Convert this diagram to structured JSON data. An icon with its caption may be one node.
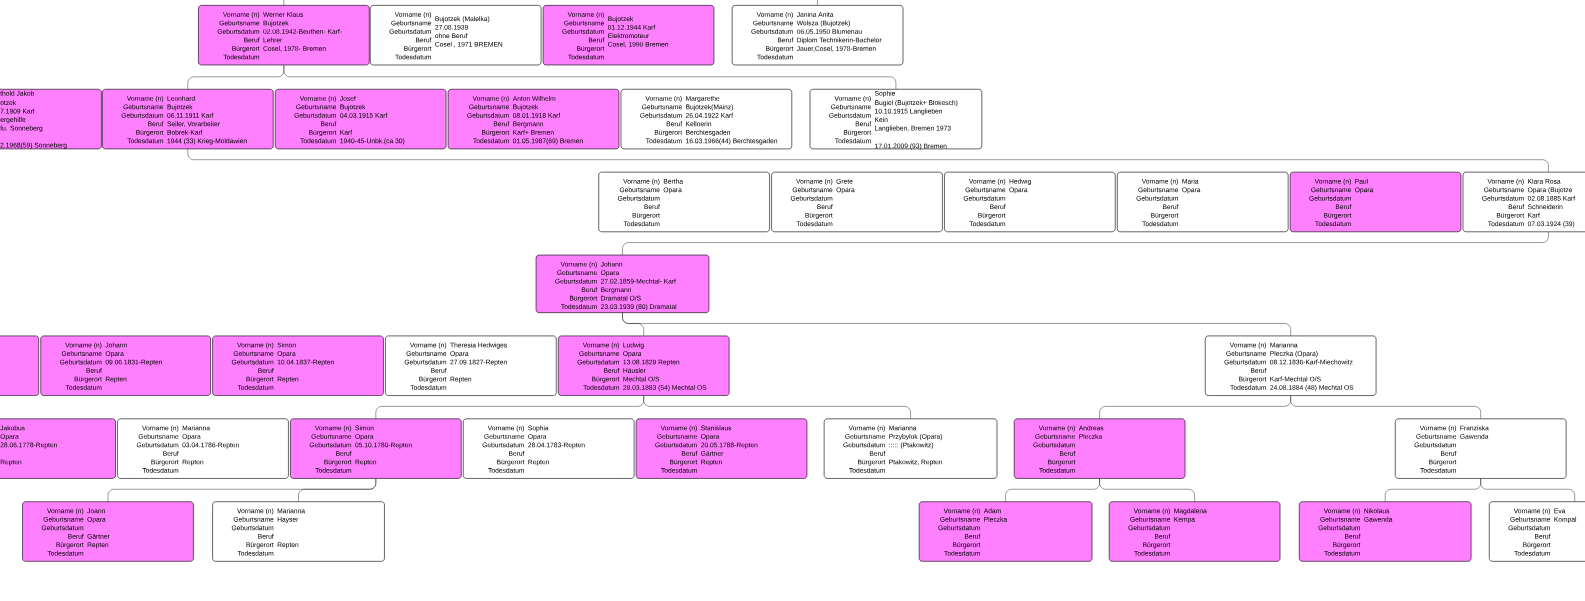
{
  "diagram": {
    "nodes": [
      {
        "text": [
          "Vorname (n)",
          "Geburtsname",
          "Geburtsdatum",
          "Beruf",
          "Bürgerort",
          "Todesdatum",
          "Werner Klaus",
          "Bujotzek",
          "02.08.1942-Beuthen- Karf-",
          "Lehrer",
          "Cosel, 1978- Bremen"
        ]
      },
      {
        "text": [
          "Vorname (n)",
          "Geburtsname",
          "Geburtsdatum",
          "Beruf",
          "Bürgerort",
          "Todesdatum",
          "Bujotzek (Malelka)",
          "27.08.1939",
          "ohne Beruf",
          "Cosel , 1971 BREMEN"
        ]
      },
      {
        "text": [
          "Vorname (n)",
          "Geburtsname",
          "Geburtsdatum",
          "Beruf",
          "Bürgerort",
          "Todesdatum",
          "Bujotzek",
          "01.12.1944 Karf",
          "Elektromoteur",
          "Cosel, 1990 Bremen"
        ]
      },
      {
        "text": [
          "Vorname (n)",
          "Geburtsname",
          "Geburtsdatum",
          "Beruf",
          "Bürgerort",
          "Todesdatum",
          "Janina Anita",
          "Wolsza (Bujotzek)",
          "06.05.1950 Blumenau",
          "Diplom Technikerin-Bachelor",
          "Jauer,Cosel, 1978-Bremen"
        ]
      },
      {
        "text": [
          "thold Jakob",
          "otzek",
          "7.1909 Karf",
          "ergehilfe",
          "fu. Sonneberg",
          "2.1968(59) Sonneberg"
        ]
      },
      {
        "text": [
          "Vorname (n)",
          "Geburtsname",
          "Geburtsdatum",
          "Beruf",
          "Bürgerort",
          "Todesdatum",
          "Leonhard",
          "Bujotzek",
          "06.11.1911 Karf",
          "Seiler, Vorarbeiter",
          "Bobrek-Karf",
          "1944 (33) Krieg-Moldawien"
        ]
      },
      {
        "text": [
          "Vorname (n)",
          "Geburtsname",
          "Geburtsdatum",
          "Beruf",
          "Bürgerort",
          "Todesdatum",
          "Josef",
          "Bujotzek",
          "04.03.1915 Karf",
          "Karf",
          "1940-45-Unbk.(ca 30)"
        ]
      },
      {
        "text": [
          "Vorname (n)",
          "Geburtsname",
          "Geburtsdatum",
          "Beruf",
          "Bürgerort",
          "Todesdatum",
          "Anton Wilhelm",
          "Bujotzek",
          "08.01.1918 Karf",
          "Bergmann",
          "Karf+ Bremen",
          "01.05.1987(69) Bremen"
        ]
      },
      {
        "text": [
          "Vorname (n)",
          "Geburtsname",
          "Geburtsdatum",
          "Beruf",
          "Bürgerort",
          "Todesdatum",
          "Margarethe",
          "Bujotzek(Mainz)",
          "26.04.1922 Karf",
          "Kellnerin",
          "Berchtesgaden",
          "16.03.1966(44) Berchtesgaden"
        ]
      },
      {
        "text": [
          "Vorname (n)",
          "Geburtsname",
          "Geburtsdatum",
          "Beruf",
          "Bürgerort",
          "Todesdatum",
          "Sophie",
          "Bugiel (Bujotzek+ Blokesch)",
          "10.10.1915 Langlieben",
          "Kein",
          "Langlieben, Bremen 1973",
          "17.01.2009 (93) Bremen"
        ]
      },
      {
        "text": [
          "Vorname (n)",
          "Geburtsname",
          "Geburtsdatum",
          "Beruf",
          "Bürgerort",
          "Todesdatum",
          "Bertha",
          "Opara"
        ]
      },
      {
        "text": [
          "Vorname (n)",
          "Geburtsname",
          "Geburtsdatum",
          "Beruf",
          "Bürgerort",
          "Todesdatum",
          "Grete",
          "Opara"
        ]
      },
      {
        "text": [
          "Vorname (n)",
          "Geburtsname",
          "Geburtsdatum",
          "Beruf",
          "Bürgerort",
          "Todesdatum",
          "Hedwig",
          "Opara"
        ]
      },
      {
        "text": [
          "Vorname (n)",
          "Geburtsname",
          "Geburtsdatum",
          "Beruf",
          "Bürgerort",
          "Todesdatum",
          "Maria",
          "Opara"
        ]
      },
      {
        "text": [
          "Vorname (n)",
          "Geburtsname",
          "Geburtsdatum",
          "Beruf",
          "Bürgerort",
          "Todesdatum",
          "Paul",
          "Opara"
        ]
      },
      {
        "text": [
          "Vorname (n)",
          "Geburtsname",
          "Geburtsdatum",
          "Beruf",
          "Bürgerort",
          "Todesdatum",
          "Klara Rosa",
          "Opara (Bujotze",
          "02.08.1885 Karf",
          "Schneiderin",
          "Karf",
          "07.03.1924 (39)"
        ]
      },
      {
        "text": [
          "Vorname (n)",
          "Geburtsname",
          "Geburtsdatum",
          "Beruf",
          "Bürgerort",
          "Todesdatum",
          "Johann",
          "Opara",
          "27.02.1859-Mechtal- Karf",
          "Bergmann",
          "Dramatal O/S",
          "23.03.1939 (80) Dramatal"
        ]
      },
      {
        "text": [],
        "shape": "box"
      },
      {
        "text": [
          "Vorname (n)",
          "Geburtsname",
          "Geburtsdatum",
          "Beruf",
          "Bürgerort",
          "Todesdatum",
          "Johann",
          "Opara",
          "09.06.1831-Repten",
          "Repten"
        ]
      },
      {
        "text": [
          "Vorname (n)",
          "Geburtsname",
          "Geburtsdatum",
          "Beruf",
          "Bürgerort",
          "Todesdatum",
          "Simon",
          "Opara",
          "10.04.1837-Repten",
          "Repten"
        ]
      },
      {
        "text": [
          "Vorname (n)",
          "Geburtsname",
          "Geburtsdatum",
          "Beruf",
          "Bürgerort",
          "Todesdatum",
          "Theresia Hedwiges",
          "Opara",
          "27.09.1827-Repten",
          "Repten"
        ]
      },
      {
        "text": [
          "Vorname (n)",
          "Geburtsname",
          "Geburtsdatum",
          "Beruf",
          "Bürgerort",
          "Todesdatum",
          "Ludwig",
          "Opara",
          "13.08.1829 Repten",
          "Häusler",
          "Mechtal O/S",
          "28.03.1883 (54) Mechtal OS"
        ]
      },
      {
        "text": [
          "Vorname (n)",
          "Geburtsname",
          "Geburtsdatum",
          "Beruf",
          "Bürgerort",
          "Todesdatum",
          "Marianna",
          "Pleczka (Opara)",
          "08.12.1836-Karf-Miechowitz",
          "Karf-Mechtal O/S",
          "24.08.1884 (48) Mechtal OS"
        ]
      },
      {
        "text": [
          "Jakobus",
          "Opara",
          "28.06.1778-Repten",
          "Repten"
        ]
      },
      {
        "text": [
          "Vorname (n)",
          "Geburtsname",
          "Geburtsdatum",
          "Beruf",
          "Bürgerort",
          "Todesdatum",
          "Marianna",
          "Opara",
          "03.04.1786-Repten",
          "Repten"
        ]
      },
      {
        "text": [
          "Vorname (n)",
          "Geburtsname",
          "Geburtsdatum",
          "Beruf",
          "Bürgerort",
          "Todesdatum",
          "Simon",
          "Opara",
          "05.10.1780-Repten",
          "Repten"
        ]
      },
      {
        "text": [
          "Vorname (n)",
          "Geburtsname",
          "Geburtsdatum",
          "Beruf",
          "Bürgerort",
          "Todesdatum",
          "Sophia",
          "Opara",
          "28.04.1783-Repten",
          "Repten"
        ]
      },
      {
        "text": [
          "Vorname (n)",
          "Geburtsname",
          "Geburtsdatum",
          "Beruf",
          "Bürgerort",
          "Todesdatum",
          "Stanislaus",
          "Opara",
          "20.05.1788-Repten",
          "Gärtner",
          "Repten"
        ]
      },
      {
        "text": [
          "Vorname (n)",
          "Geburtsname",
          "Geburtsdatum",
          "Beruf",
          "Bürgerort",
          "Todesdatum",
          "Marianna",
          "Przybylok (Opara)",
          "::::: (Ptakowitz)",
          "Ptakowitz, Repten"
        ]
      },
      {
        "text": [
          "Vorname (n)",
          "Geburtsname",
          "Geburtsdatum",
          "Beruf",
          "Bürgerort",
          "Todesdatum",
          "Andreas",
          "Pleczka"
        ]
      },
      {
        "text": [
          "Vorname (n)",
          "Geburtsname",
          "Geburtsdatum",
          "Beruf",
          "Bürgerort",
          "Todesdatum",
          "Franziska",
          "Gawenda"
        ]
      },
      {
        "text": [
          "Vorname (n)",
          "Geburtsname",
          "Geburtsdatum",
          "Beruf",
          "Bürgerort",
          "Todesdatum",
          "Joann",
          "Opara",
          "Gärtner",
          "Repten"
        ]
      },
      {
        "text": [
          "Vorname (n)",
          "Geburtsname",
          "Geburtsdatum",
          "Beruf",
          "Bürgerort",
          "Todesdatum",
          "Marianna",
          "Hayser",
          "Repten"
        ]
      },
      {
        "text": [
          "Vorname (n)",
          "Geburtsname",
          "Geburtsdatum",
          "Beruf",
          "Bürgerort",
          "Todesdatum",
          "Adam",
          "Pleczka"
        ]
      },
      {
        "text": [
          "Vorname (n)",
          "Geburtsname",
          "Geburtsdatum",
          "Beruf",
          "Bürgerort",
          "Todesdatum",
          "Magdalena",
          "Kempa"
        ]
      },
      {
        "text": [
          "Vorname (n)",
          "Geburtsname",
          "Geburtsdatum",
          "Beruf",
          "Bürgerort",
          "Todesdatum",
          "Nikolaus",
          "Gawenda"
        ]
      },
      {
        "text": [
          "Vorname (n)",
          "Geburtsname",
          "Geburtsdatum",
          "Beruf",
          "Bürgerort",
          "Todesdatum",
          "Eva",
          "Kompal"
        ]
      }
    ],
    "edges": [
      {
        "from": null,
        "to": 0,
        "arrow": "none"
      },
      {
        "from": null,
        "to": 3,
        "arrow": "none"
      },
      {
        "from": 0,
        "to": 5,
        "arrow": "none"
      },
      {
        "from": 0,
        "to": 9,
        "arrow": "none"
      },
      {
        "from": 5,
        "to": 15,
        "arrow": "none"
      },
      {
        "from": 15,
        "to": 16,
        "arrow": "none"
      },
      {
        "from": 16,
        "to": 21,
        "arrow": "none"
      },
      {
        "from": 16,
        "to": 22,
        "arrow": "none"
      },
      {
        "from": 21,
        "to": 25,
        "arrow": "none"
      },
      {
        "from": 21,
        "to": 28,
        "arrow": "none"
      },
      {
        "from": 22,
        "to": 29,
        "arrow": "none"
      },
      {
        "from": 22,
        "to": 30,
        "arrow": "none"
      },
      {
        "from": 25,
        "to": 31,
        "arrow": "none"
      },
      {
        "from": 25,
        "to": 32,
        "arrow": "none"
      },
      {
        "from": 29,
        "to": 33,
        "arrow": "none"
      },
      {
        "from": 29,
        "to": 34,
        "arrow": "none"
      },
      {
        "from": 30,
        "to": 35,
        "arrow": "none"
      },
      {
        "from": 30,
        "to": 36,
        "arrow": "none"
      }
    ]
  }
}
